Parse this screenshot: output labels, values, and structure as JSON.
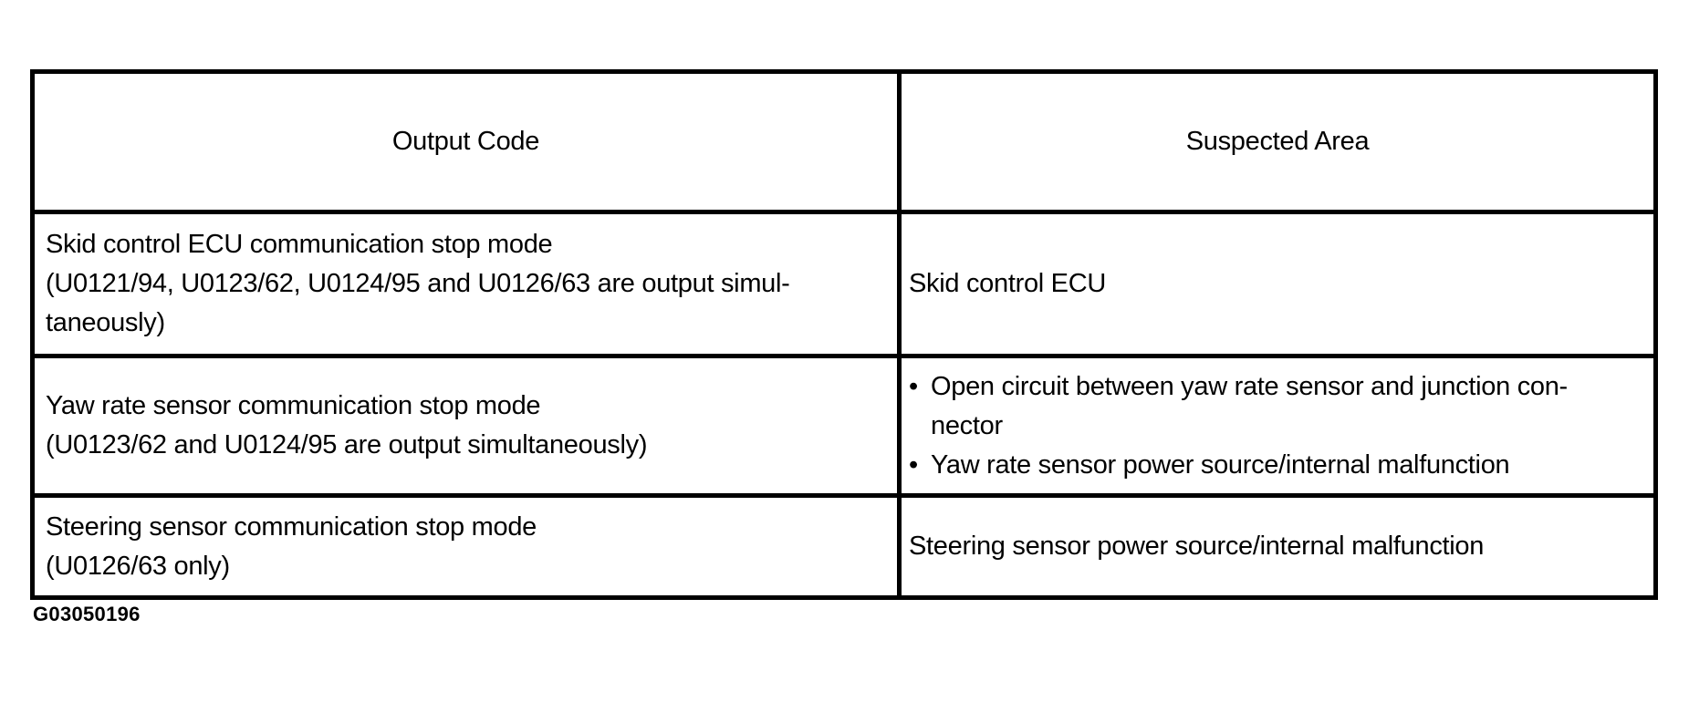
{
  "table": {
    "header": {
      "output_code": "Output Code",
      "suspected_area": "Suspected Area"
    },
    "rows": [
      {
        "output_code_lines": [
          "Skid control ECU communication stop mode",
          "(U0121/94, U0123/62, U0124/95 and U0126/63 are output simul-",
          "taneously)"
        ],
        "suspected_area_lines": [
          "Skid control ECU"
        ]
      },
      {
        "output_code_lines": [
          "Yaw rate sensor communication stop mode",
          "(U0123/62 and U0124/95 are output simultaneously)"
        ],
        "suspected_area_bullets": [
          {
            "lines": [
              "Open circuit between yaw rate sensor and junction con-",
              "nector"
            ]
          },
          {
            "lines": [
              "Yaw rate sensor power source/internal malfunction"
            ]
          }
        ]
      },
      {
        "output_code_lines": [
          "Steering sensor communication stop mode",
          "(U0126/63 only)"
        ],
        "suspected_area_lines": [
          "Steering sensor power source/internal malfunction"
        ]
      }
    ]
  },
  "caption": "G03050196",
  "glyphs": {
    "bullet": "•"
  },
  "colors": {
    "background": "#ffffff",
    "text": "#000000",
    "border": "#000000"
  }
}
